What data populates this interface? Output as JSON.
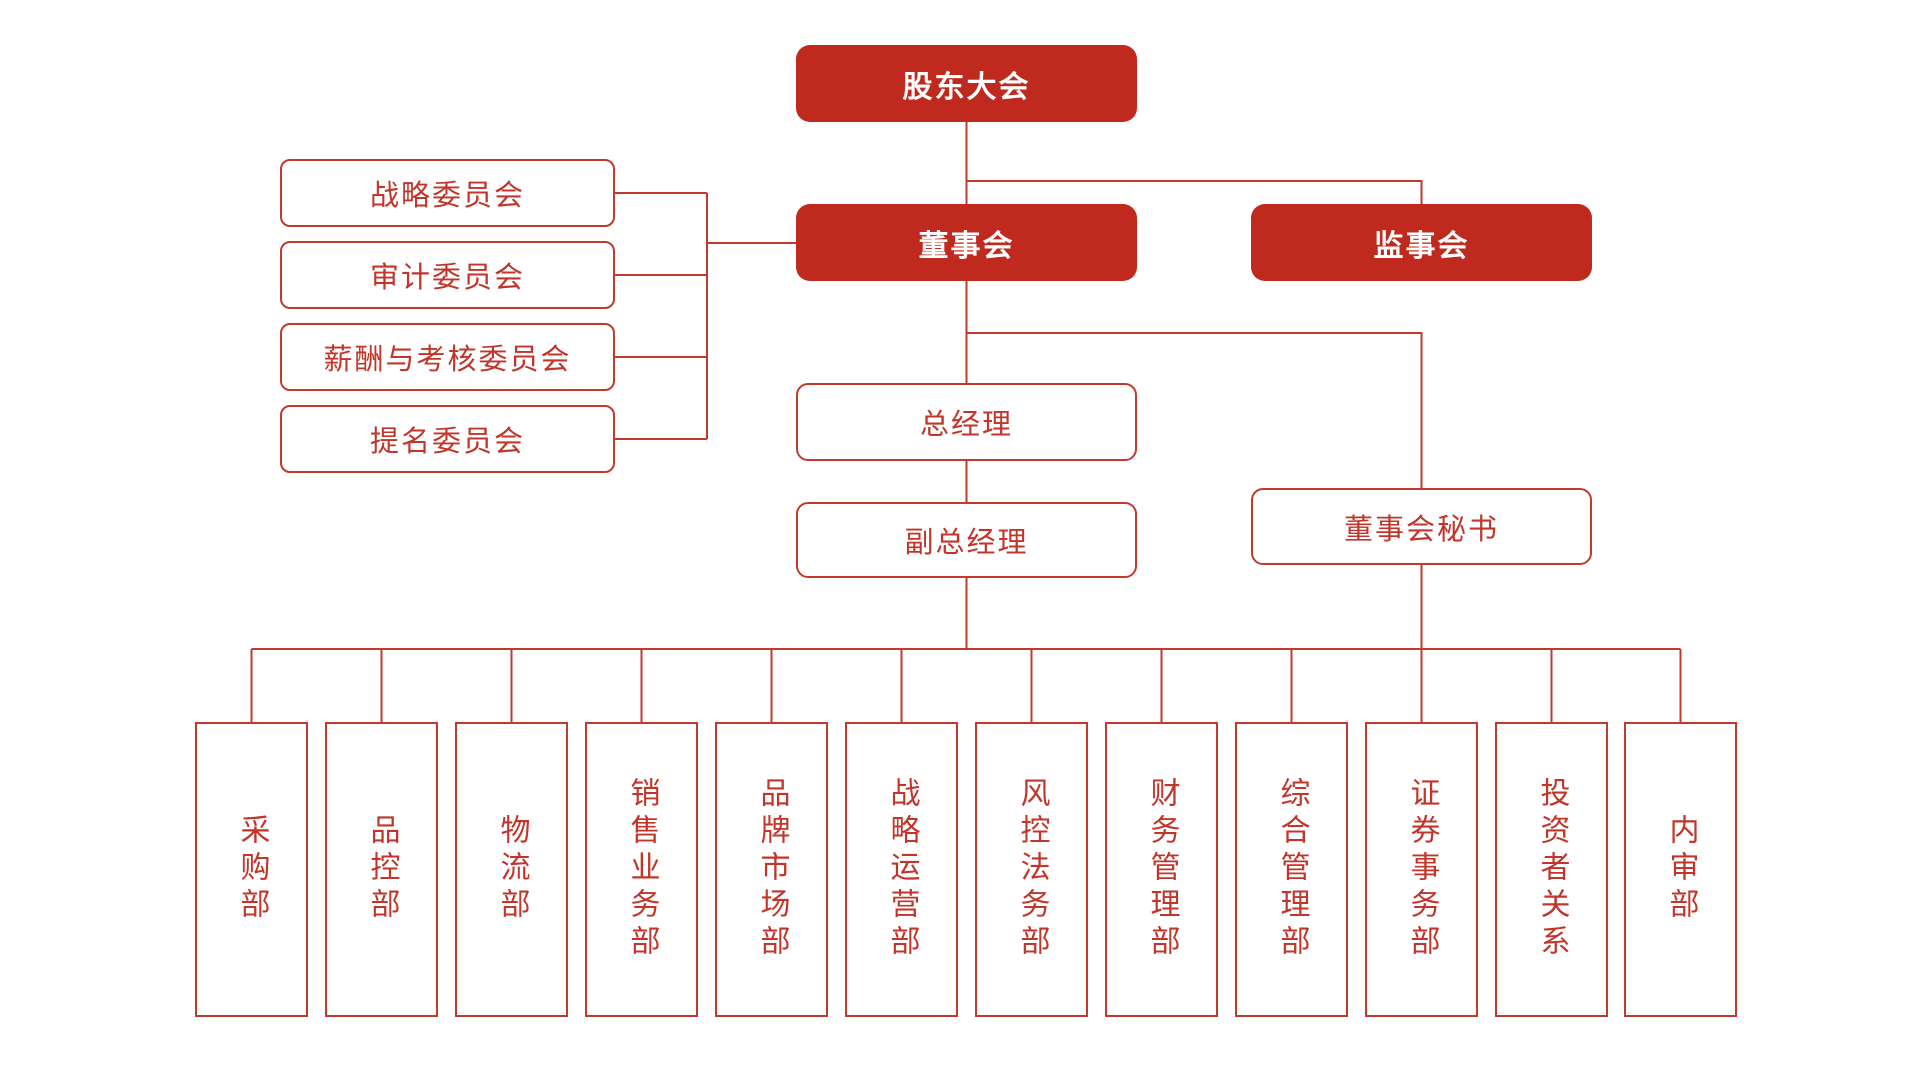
{
  "colors": {
    "background": "#ffffff",
    "node_fill_red": "#bf291e",
    "line_red": "#c13a2c",
    "text_red": "#c1352a",
    "text_white": "#ffffff"
  },
  "org_chart": {
    "root": "股东大会",
    "board": "董事会",
    "supervisory_board": "监事会",
    "committees": [
      "战略委员会",
      "审计委员会",
      "薪酬与考核委员会",
      "提名委员会"
    ],
    "general_manager": "总经理",
    "deputy_general_manager": "副总经理",
    "board_secretary": "董事会秘书",
    "departments": [
      "采购部",
      "品控部",
      "物流部",
      "销售业务部",
      "品牌市场部",
      "战略运营部",
      "风控法务部",
      "财务管理部",
      "综合管理部",
      "证券事务部",
      "投资者关系",
      "内审部"
    ]
  }
}
